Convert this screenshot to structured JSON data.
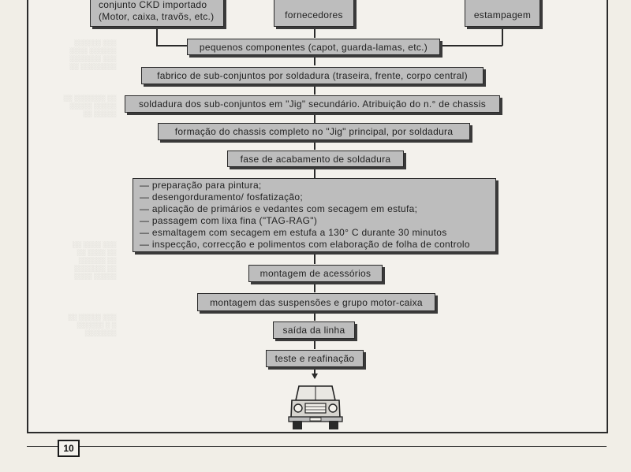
{
  "boxes": {
    "ckd_line1": "conjunto CKD importado",
    "ckd_line2": "(Motor, caixa, travõs, etc.)",
    "fornecedores": "fornecedores",
    "estampagem": "estampagem",
    "pequenos": "pequenos componentes (capot, guarda-lamas, etc.)",
    "fabrico": "fabrico de sub-conjuntos por soldadura (traseira, frente, corpo central)",
    "soldadura_jig": "soldadura dos sub-conjuntos em \"Jig\" secundário. Atribuição do n.° de chassis",
    "formacao": "formação do chassis completo no \"Jig\" principal, por soldadura",
    "acabamento": "fase de acabamento de soldadura",
    "pintura_lines": [
      "— preparação para pintura;",
      "— desengorduramento/ fosfatização;",
      "— aplicação de primários e vedantes com secagem em estufa;",
      "— passagem com lixa fina (\"TAG-RAG\")",
      "— esmaltagem com secagem em estufa a 130° C durante 30 minutos",
      "— inspecção, correcção e polimentos com elaboração de folha de controlo"
    ],
    "montagem_acessorios": "montagem de acessórios",
    "montagem_suspensoes": "montagem das suspensões e grupo motor-caixa",
    "saida": "saída da linha",
    "teste": "teste e reafinação"
  },
  "page_number": "10",
  "car_icon": "jeep-front-icon",
  "colors": {
    "box_fill": "#bdbdbd",
    "ink": "#2a2a2a",
    "paper": "#f1eee7"
  }
}
